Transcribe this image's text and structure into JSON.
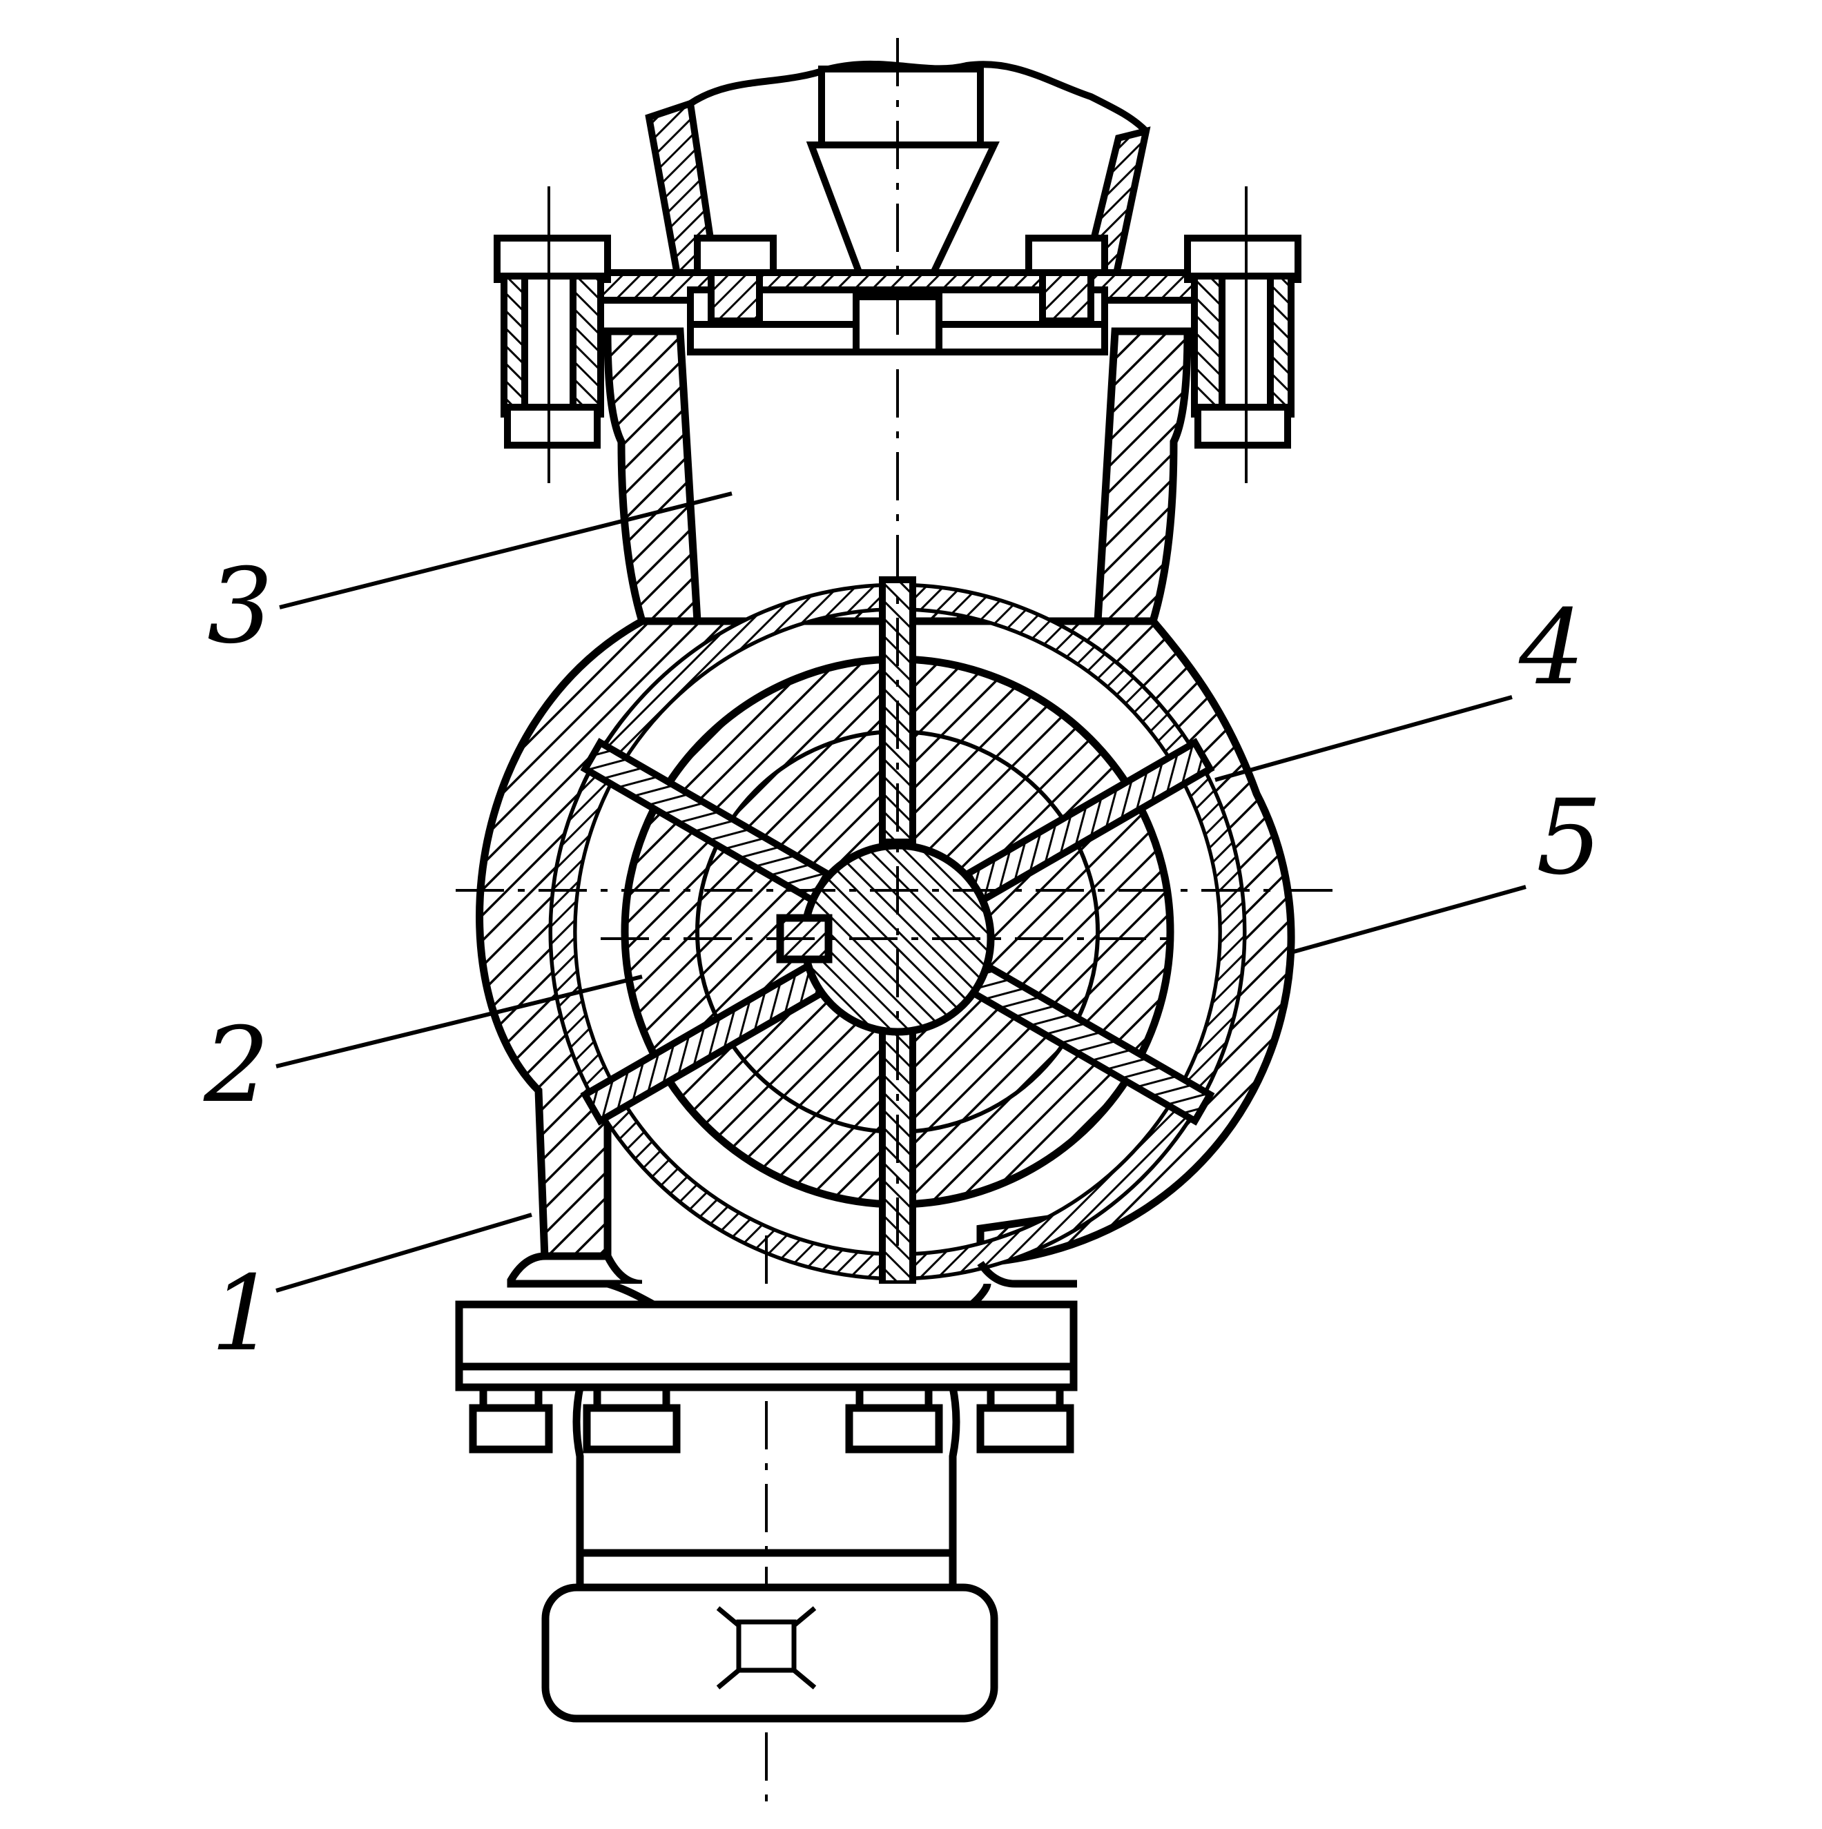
{
  "diagram": {
    "callouts": [
      {
        "id": "1",
        "label": "1"
      },
      {
        "id": "2",
        "label": "2"
      },
      {
        "id": "3",
        "label": "3"
      },
      {
        "id": "4",
        "label": "4"
      },
      {
        "id": "5",
        "label": "5"
      }
    ]
  },
  "colors": {
    "ink": "#000000",
    "paper": "#ffffff"
  }
}
